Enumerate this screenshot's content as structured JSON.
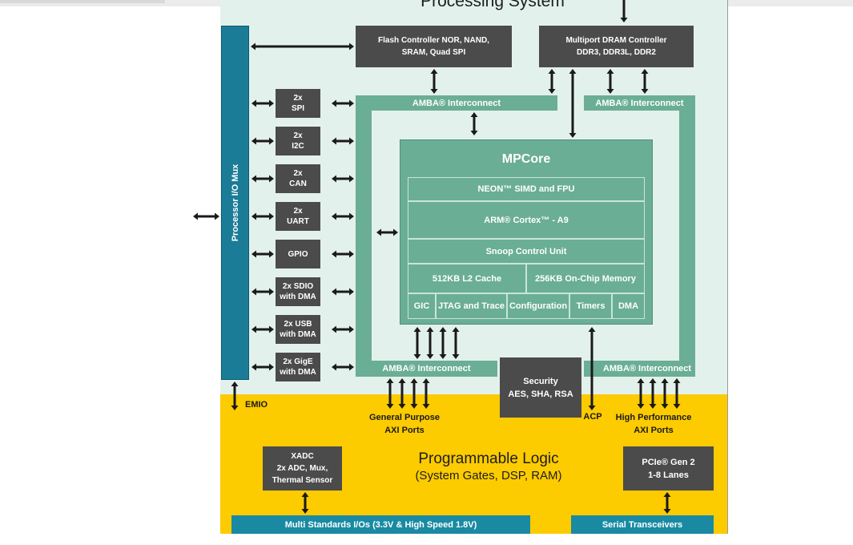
{
  "processing_system": {
    "title": "Processing System"
  },
  "io_mux": {
    "label": "Processor I/O Mux"
  },
  "flash": {
    "line1": "Flash Controller NOR, NAND,",
    "line2": "SRAM, Quad SPI"
  },
  "dram": {
    "line1": "Multiport DRAM Controller",
    "line2": "DDR3, DDR3L, DDR2"
  },
  "amba_label": "AMBA® Interconnect",
  "peripherals": [
    {
      "line1": "2x",
      "line2": "SPI"
    },
    {
      "line1": "2x",
      "line2": "I2C"
    },
    {
      "line1": "2x",
      "line2": "CAN"
    },
    {
      "line1": "2x",
      "line2": "UART"
    },
    {
      "line1": "GPIO",
      "line2": ""
    },
    {
      "line1": "2x SDIO",
      "line2": "with DMA"
    },
    {
      "line1": "2x USB",
      "line2": "with DMA"
    },
    {
      "line1": "2x GigE",
      "line2": "with DMA"
    }
  ],
  "mpcore": {
    "title": "MPCore",
    "neon": "NEON™ SIMD and FPU",
    "arm": "ARM® Cortex™ - A9",
    "snoop": "Snoop Control Unit",
    "l2": "512KB L2 Cache",
    "ocm": "256KB On-Chip Memory",
    "gic": "GIC",
    "jtag": "JTAG and Trace",
    "config": "Configuration",
    "timers": "Timers",
    "dma": "DMA"
  },
  "security": {
    "line1": "Security",
    "line2": "AES, SHA, RSA"
  },
  "labels": {
    "emio": "EMIO",
    "gp_axi_1": "General Purpose",
    "gp_axi_2": "AXI Ports",
    "acp": "ACP",
    "hp_axi_1": "High Performance",
    "hp_axi_2": "AXI Ports"
  },
  "programmable_logic": {
    "title": "Programmable Logic",
    "subtitle": "(System Gates, DSP, RAM)"
  },
  "xadc": {
    "line1": "XADC",
    "line2": "2x ADC, Mux,",
    "line3": "Thermal Sensor"
  },
  "pcie": {
    "line1": "PCIe® Gen 2",
    "line2": "1-8 Lanes"
  },
  "multi_io": "Multi Standards I/Os (3.3V & High Speed 1.8V)",
  "serial": "Serial Transceivers",
  "colors": {
    "green": "#6aae95",
    "dark_box": "#4b4b4b",
    "io_mux": "#1b7c97",
    "pl": "#fccb00",
    "ps": "#e3f1ec"
  }
}
